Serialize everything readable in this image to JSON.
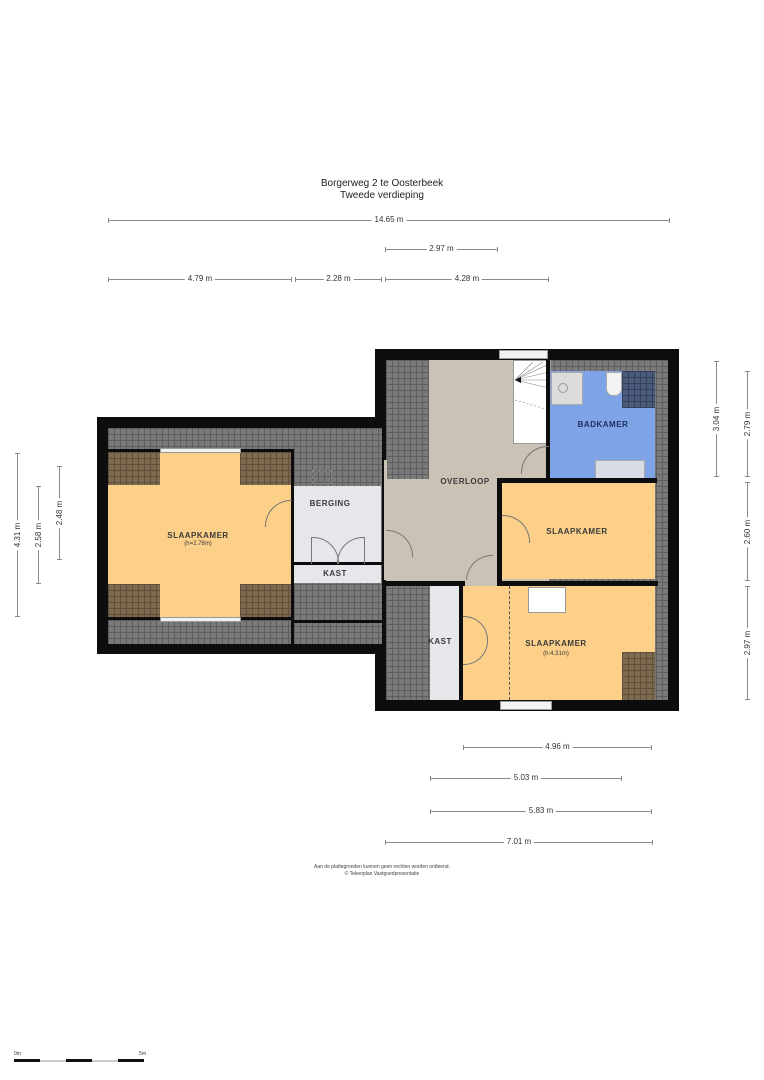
{
  "header": {
    "address": "Borgerweg 2 te Oosterbeek",
    "floor": "Tweede verdieping"
  },
  "dimensions": {
    "top": [
      {
        "label": "14.65 m"
      },
      {
        "label": "2.97 m"
      },
      {
        "label": "4.79 m"
      },
      {
        "label": "2.28 m"
      },
      {
        "label": "4.28 m"
      }
    ],
    "left": [
      {
        "label": "4.31 m"
      },
      {
        "label": "2.58 m"
      },
      {
        "label": "2.48 m"
      }
    ],
    "right": [
      {
        "label": "3.04 m"
      },
      {
        "label": "2.79 m"
      },
      {
        "label": "2.60 m"
      },
      {
        "label": "2.97 m"
      }
    ],
    "bottom": [
      {
        "label": "4.96 m"
      },
      {
        "label": "5.03 m"
      },
      {
        "label": "5.83 m"
      },
      {
        "label": "7.01 m"
      }
    ]
  },
  "rooms": {
    "slaapkamer_left": {
      "name": "SLAAPKAMER",
      "height": "(h=2.78m)"
    },
    "berging": {
      "name": "BERGING"
    },
    "kast_left": {
      "name": "KAST"
    },
    "overloop": {
      "name": "OVERLOOP"
    },
    "badkamer": {
      "name": "BADKAMER"
    },
    "slaapkamer_right_top": {
      "name": "SLAAPKAMER"
    },
    "kast_right": {
      "name": "KAST"
    },
    "slaapkamer_right_bottom": {
      "name": "SLAAPKAMER",
      "height": "(h:4.31m)"
    }
  },
  "colors": {
    "slaapkamer": "#fdd08a",
    "overloop": "#cbc2b6",
    "badkamer": "#7ea3e6",
    "berging": "#e6e7ea",
    "wall": "#0d0d0d"
  },
  "footer": {
    "disclaimer": "Aan de plattegronden kunnen geen rechten worden ontleend.",
    "copyright": "© Tekenplan Vastgoedpresentatie"
  },
  "scale_bar": {
    "start": "0m",
    "end": "5m"
  }
}
